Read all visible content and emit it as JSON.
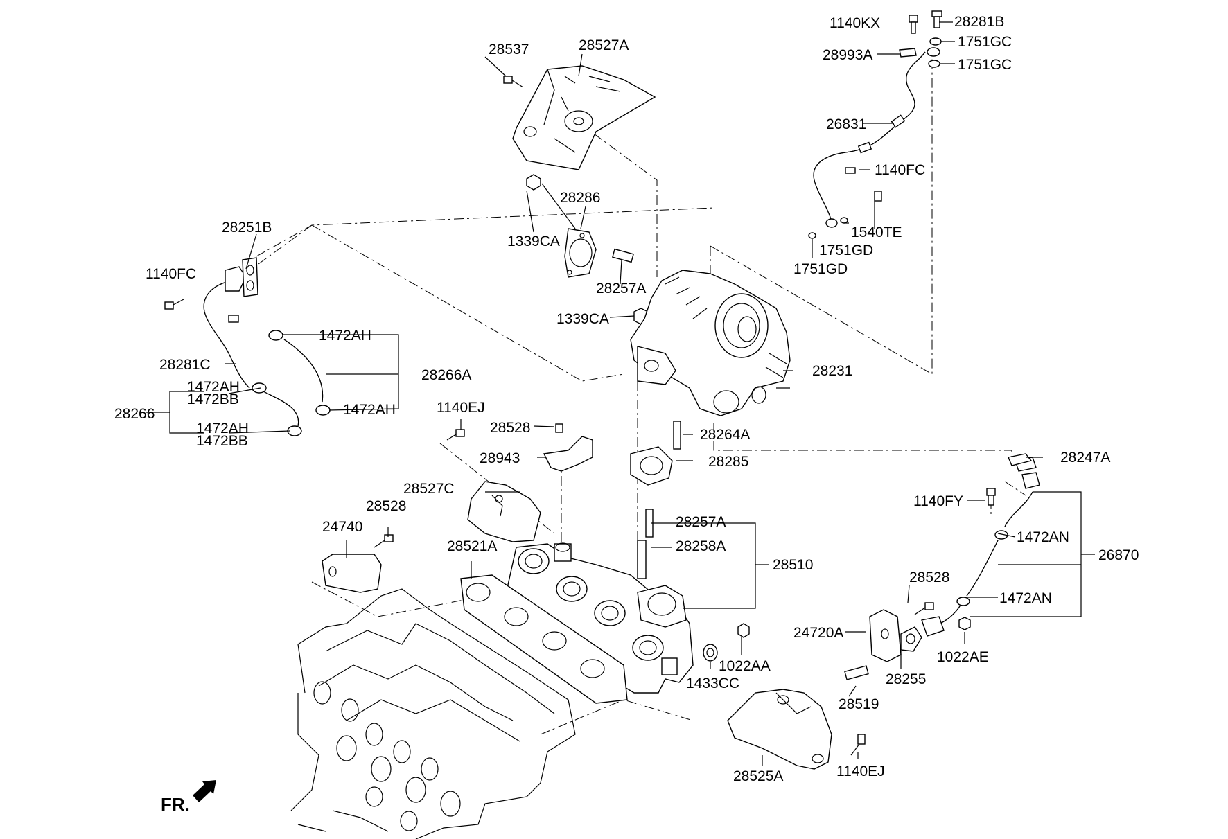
{
  "diagram": {
    "front_marker": "FR.",
    "labels": [
      {
        "id": "1140KX",
        "text": "1140KX"
      },
      {
        "id": "28281B",
        "text": "28281B"
      },
      {
        "id": "1751GC_a",
        "text": "1751GC"
      },
      {
        "id": "28993A",
        "text": "28993A"
      },
      {
        "id": "1751GC_b",
        "text": "1751GC"
      },
      {
        "id": "28537",
        "text": "28537"
      },
      {
        "id": "28527A",
        "text": "28527A"
      },
      {
        "id": "26831",
        "text": "26831"
      },
      {
        "id": "1140FC_a",
        "text": "1140FC"
      },
      {
        "id": "28286",
        "text": "28286"
      },
      {
        "id": "1339CA_a",
        "text": "1339CA"
      },
      {
        "id": "1540TE",
        "text": "1540TE"
      },
      {
        "id": "1751GD_a",
        "text": "1751GD"
      },
      {
        "id": "1751GD_b",
        "text": "1751GD"
      },
      {
        "id": "28251B",
        "text": "28251B"
      },
      {
        "id": "1140FC_b",
        "text": "1140FC"
      },
      {
        "id": "28257A_a",
        "text": "28257A"
      },
      {
        "id": "1339CA_b",
        "text": "1339CA"
      },
      {
        "id": "1472AH_a",
        "text": "1472AH"
      },
      {
        "id": "28281C",
        "text": "28281C"
      },
      {
        "id": "28266A",
        "text": "28266A"
      },
      {
        "id": "28231",
        "text": "28231"
      },
      {
        "id": "1472AH_b",
        "text": "1472AH"
      },
      {
        "id": "1472BB_a",
        "text": "1472BB"
      },
      {
        "id": "28266",
        "text": "28266"
      },
      {
        "id": "1472AH_c",
        "text": "1472AH"
      },
      {
        "id": "1140EJ_a",
        "text": "1140EJ"
      },
      {
        "id": "1472AH_d",
        "text": "1472AH"
      },
      {
        "id": "1472BB_b",
        "text": "1472BB"
      },
      {
        "id": "28528_a",
        "text": "28528"
      },
      {
        "id": "28264A",
        "text": "28264A"
      },
      {
        "id": "28943",
        "text": "28943"
      },
      {
        "id": "28285",
        "text": "28285"
      },
      {
        "id": "28247A",
        "text": "28247A"
      },
      {
        "id": "28527C",
        "text": "28527C"
      },
      {
        "id": "1140FY",
        "text": "1140FY"
      },
      {
        "id": "28528_b",
        "text": "28528"
      },
      {
        "id": "24740",
        "text": "24740"
      },
      {
        "id": "28257A_b",
        "text": "28257A"
      },
      {
        "id": "1472AN_a",
        "text": "1472AN"
      },
      {
        "id": "28521A",
        "text": "28521A"
      },
      {
        "id": "28258A",
        "text": "28258A"
      },
      {
        "id": "26870",
        "text": "26870"
      },
      {
        "id": "28510",
        "text": "28510"
      },
      {
        "id": "28528_c",
        "text": "28528"
      },
      {
        "id": "1472AN_b",
        "text": "1472AN"
      },
      {
        "id": "24720A",
        "text": "24720A"
      },
      {
        "id": "1022AE",
        "text": "1022AE"
      },
      {
        "id": "1022AA",
        "text": "1022AA"
      },
      {
        "id": "28255",
        "text": "28255"
      },
      {
        "id": "1433CC",
        "text": "1433CC"
      },
      {
        "id": "28519",
        "text": "28519"
      },
      {
        "id": "1140EJ_b",
        "text": "1140EJ"
      },
      {
        "id": "28525A",
        "text": "28525A"
      }
    ]
  }
}
